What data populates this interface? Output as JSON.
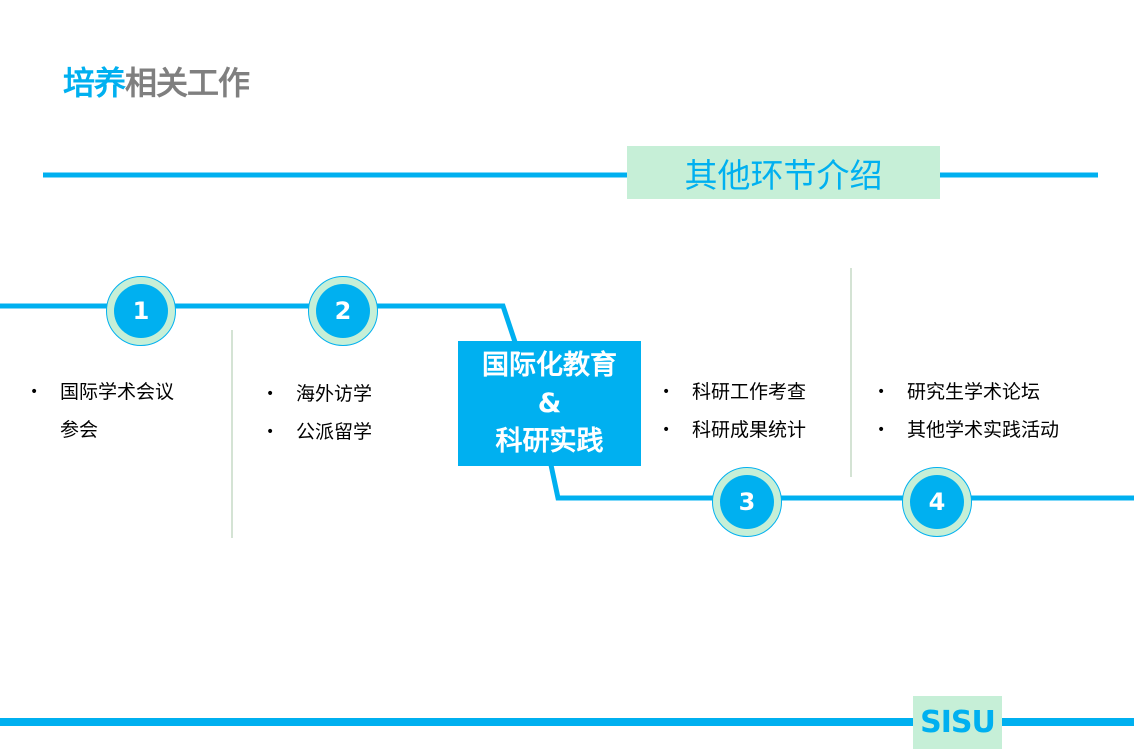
{
  "title": {
    "highlight": "培养",
    "rest": "相关工作"
  },
  "section_title": "其他环节介绍",
  "center": {
    "line1": "国际化教育",
    "line2": "&",
    "line3": "科研实践"
  },
  "steps": [
    {
      "number": "1",
      "items": [
        "国际学术会议",
        "参会"
      ]
    },
    {
      "number": "2",
      "items": [
        "海外访学",
        "公派留学"
      ]
    },
    {
      "number": "3",
      "items": [
        "科研工作考查",
        "科研成果统计"
      ]
    },
    {
      "number": "4",
      "items": [
        "研究生学术论坛",
        "其他学术实践活动"
      ]
    }
  ],
  "footer_logo": "SISU",
  "colors": {
    "accent": "#00b0f0",
    "mint": "#c6efd7",
    "gray": "#7f7f7f"
  }
}
